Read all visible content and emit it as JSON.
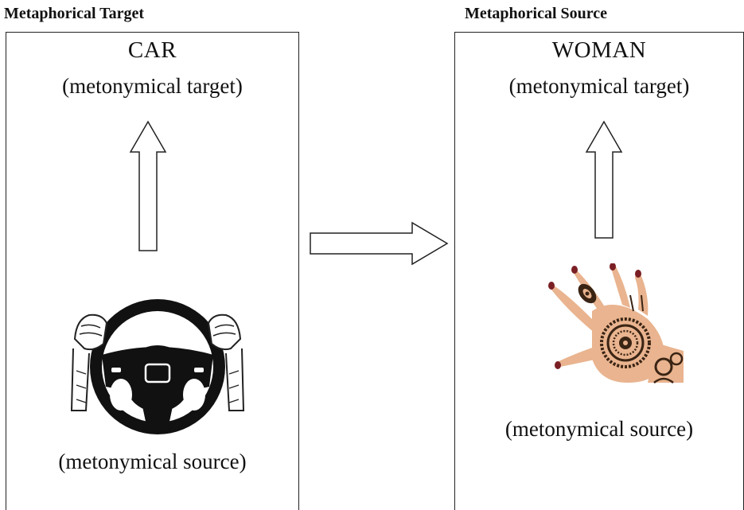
{
  "left_panel": {
    "heading": "Metaphorical Target",
    "concept": "CAR",
    "target_label": "(metonymical target)",
    "source_label": "(metonymical source)",
    "image_icon": "steering-wheel-with-hands-icon"
  },
  "right_panel": {
    "heading": "Metaphorical Source",
    "concept": "WOMAN",
    "target_label": "(metonymical target)",
    "source_label": "(metonymical source)",
    "image_icon": "henna-hand-icon"
  },
  "colors": {
    "line": "#222222",
    "wheel": "#111111",
    "skin": "#e9b48f",
    "henna": "#3a2414",
    "nail": "#7a1f24"
  }
}
